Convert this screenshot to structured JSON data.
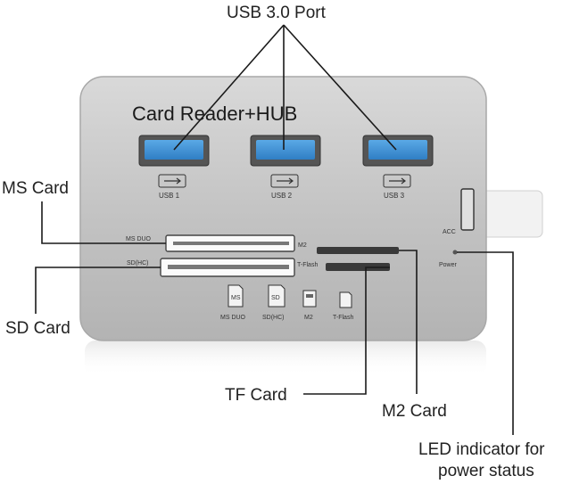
{
  "device": {
    "title": "Card Reader+HUB",
    "usb_ports": [
      "USB 1",
      "USB 2",
      "USB 3"
    ],
    "slot_labels": {
      "ms_duo": "MS DUO",
      "sd_hc": "SD(HC)",
      "m2": "M2",
      "t_flash": "T-Flash",
      "acc": "ACC",
      "power": "Power"
    },
    "card_icons": [
      {
        "icon": "ms-card-icon",
        "label": "MS DUO"
      },
      {
        "icon": "sd-card-icon",
        "label": "SD(HC)"
      },
      {
        "icon": "m2-card-icon",
        "label": "M2"
      },
      {
        "icon": "tflash-card-icon",
        "label": "T-Flash"
      }
    ],
    "icon_badges": {
      "ms": "MS",
      "sd": "SD"
    }
  },
  "callouts": {
    "usb_port": "USB 3.0 Port",
    "ms_card": "MS Card",
    "sd_card": "SD Card",
    "tf_card": "TF Card",
    "m2_card": "M2 Card",
    "led_line1": "LED indicator for",
    "led_line2": "power status"
  },
  "colors": {
    "usb_blue": "#3b8fd4",
    "body_silver": "#c9c9c9"
  }
}
